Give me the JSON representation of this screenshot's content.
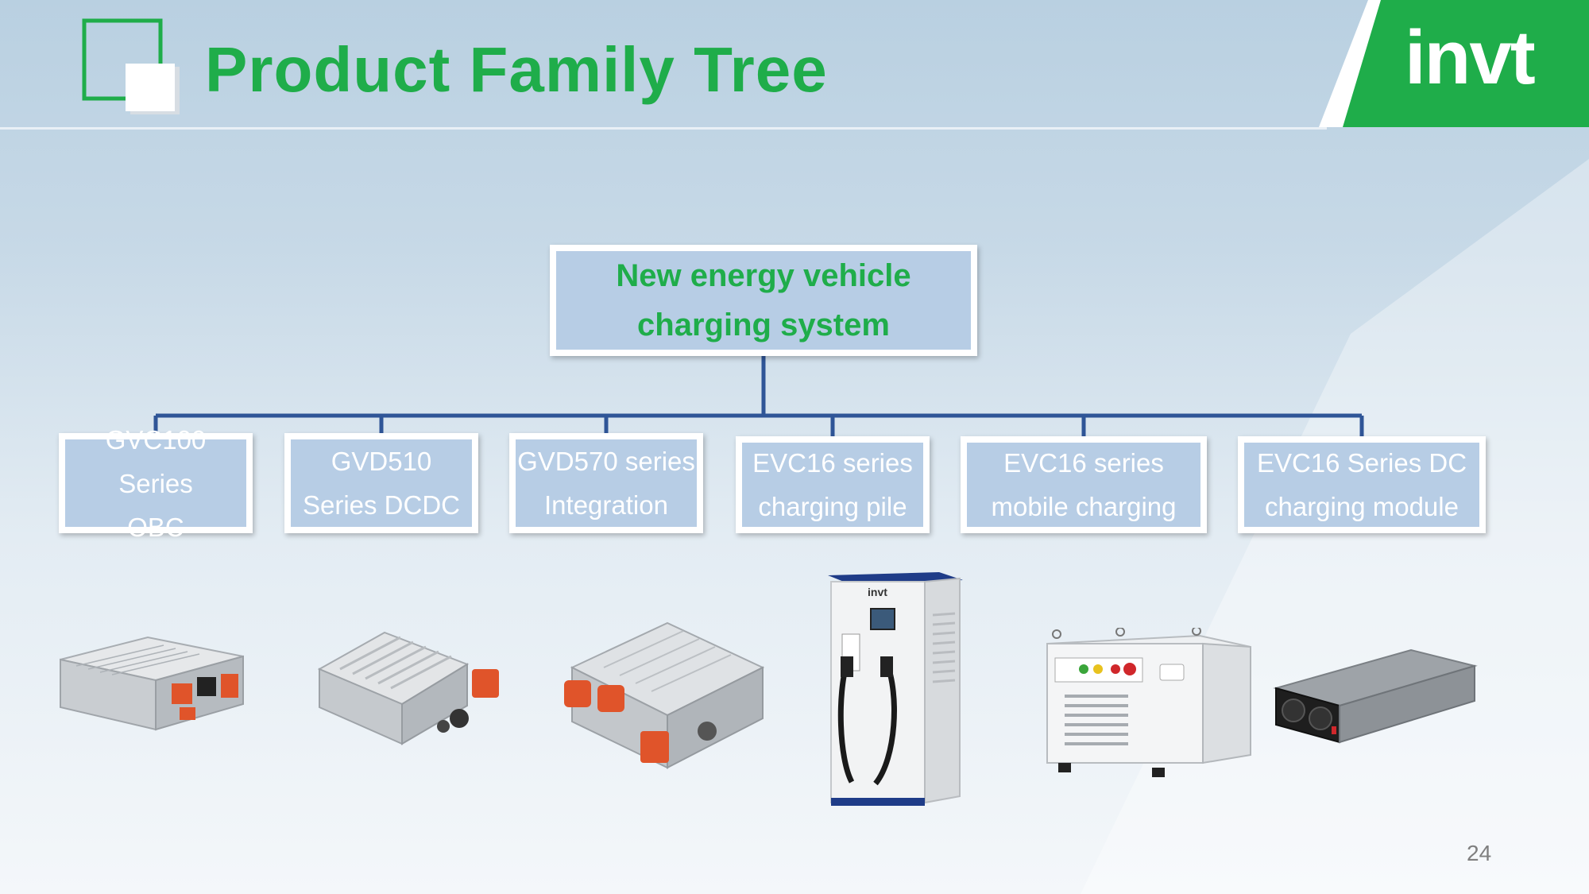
{
  "header": {
    "title": "Product Family Tree",
    "logo": "invt"
  },
  "colors": {
    "brand_green": "#1fad4a",
    "box_fill": "#b7cde5",
    "connector": "#2f5597"
  },
  "tree": {
    "root": {
      "label": "New energy vehicle\ncharging system"
    },
    "children": [
      {
        "label": "GVC100 Series\nOBC",
        "image": "obc-module-icon"
      },
      {
        "label": "GVD510\nSeries DCDC",
        "image": "dcdc-converter-icon"
      },
      {
        "label": "GVD570 series\nIntegration",
        "image": "integrated-unit-icon"
      },
      {
        "label": "EVC16 series\ncharging pile",
        "image": "charging-pile-icon"
      },
      {
        "label": "EVC16 series\nmobile charging",
        "image": "mobile-charger-icon"
      },
      {
        "label": "EVC16 Series DC\ncharging module",
        "image": "dc-module-icon"
      }
    ]
  },
  "footer": {
    "page_number": "24"
  }
}
